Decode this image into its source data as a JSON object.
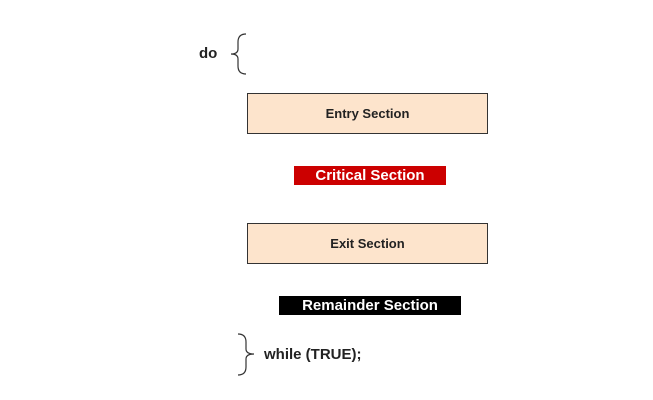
{
  "code": {
    "do_keyword": "do",
    "while_statement": "while (TRUE);"
  },
  "sections": {
    "entry": "Entry Section",
    "critical": "Critical Section",
    "exit": "Exit Section",
    "remainder": "Remainder Section"
  },
  "colors": {
    "entry_exit_fill": "#fde4cc",
    "box_border": "#333333",
    "critical_fill": "#cc0000",
    "remainder_fill": "#000000",
    "label_light_text": "#ffffff",
    "text": "#222222"
  },
  "icons": {
    "open_brace": "open-curly-brace-icon",
    "close_brace": "close-curly-brace-icon"
  }
}
